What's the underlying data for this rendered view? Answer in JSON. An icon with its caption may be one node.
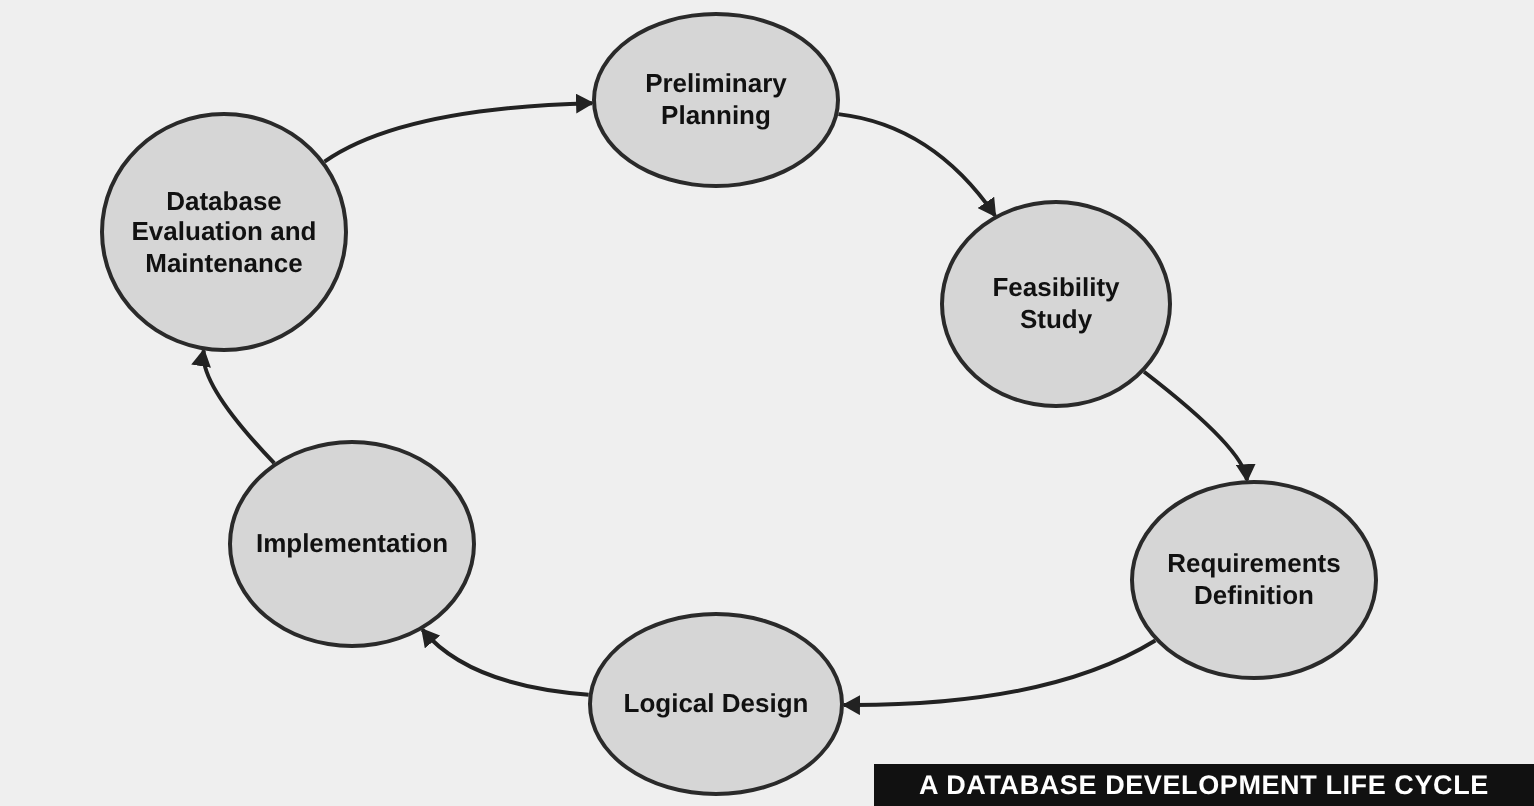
{
  "diagram": {
    "caption": "A DATABASE DEVELOPMENT LIFE CYCLE",
    "nodes": [
      {
        "text": [
          "Preliminary Planning"
        ]
      },
      {
        "text": [
          "Feasibility Study"
        ]
      },
      {
        "text": [
          "Requirements Definition"
        ]
      },
      {
        "text": [
          "Logical Design"
        ]
      },
      {
        "text": [
          "Implementation"
        ]
      },
      {
        "text": [
          "Database Evaluation and Maintenance"
        ]
      }
    ],
    "edges": [
      {
        "from": 0,
        "to": 1,
        "arrow": "to"
      },
      {
        "from": 1,
        "to": 2,
        "arrow": "to"
      },
      {
        "from": 2,
        "to": 3,
        "arrow": "to"
      },
      {
        "from": 3,
        "to": 4,
        "arrow": "to"
      },
      {
        "from": 4,
        "to": 5,
        "arrow": "to"
      },
      {
        "from": 5,
        "to": 0,
        "arrow": "to"
      }
    ]
  }
}
